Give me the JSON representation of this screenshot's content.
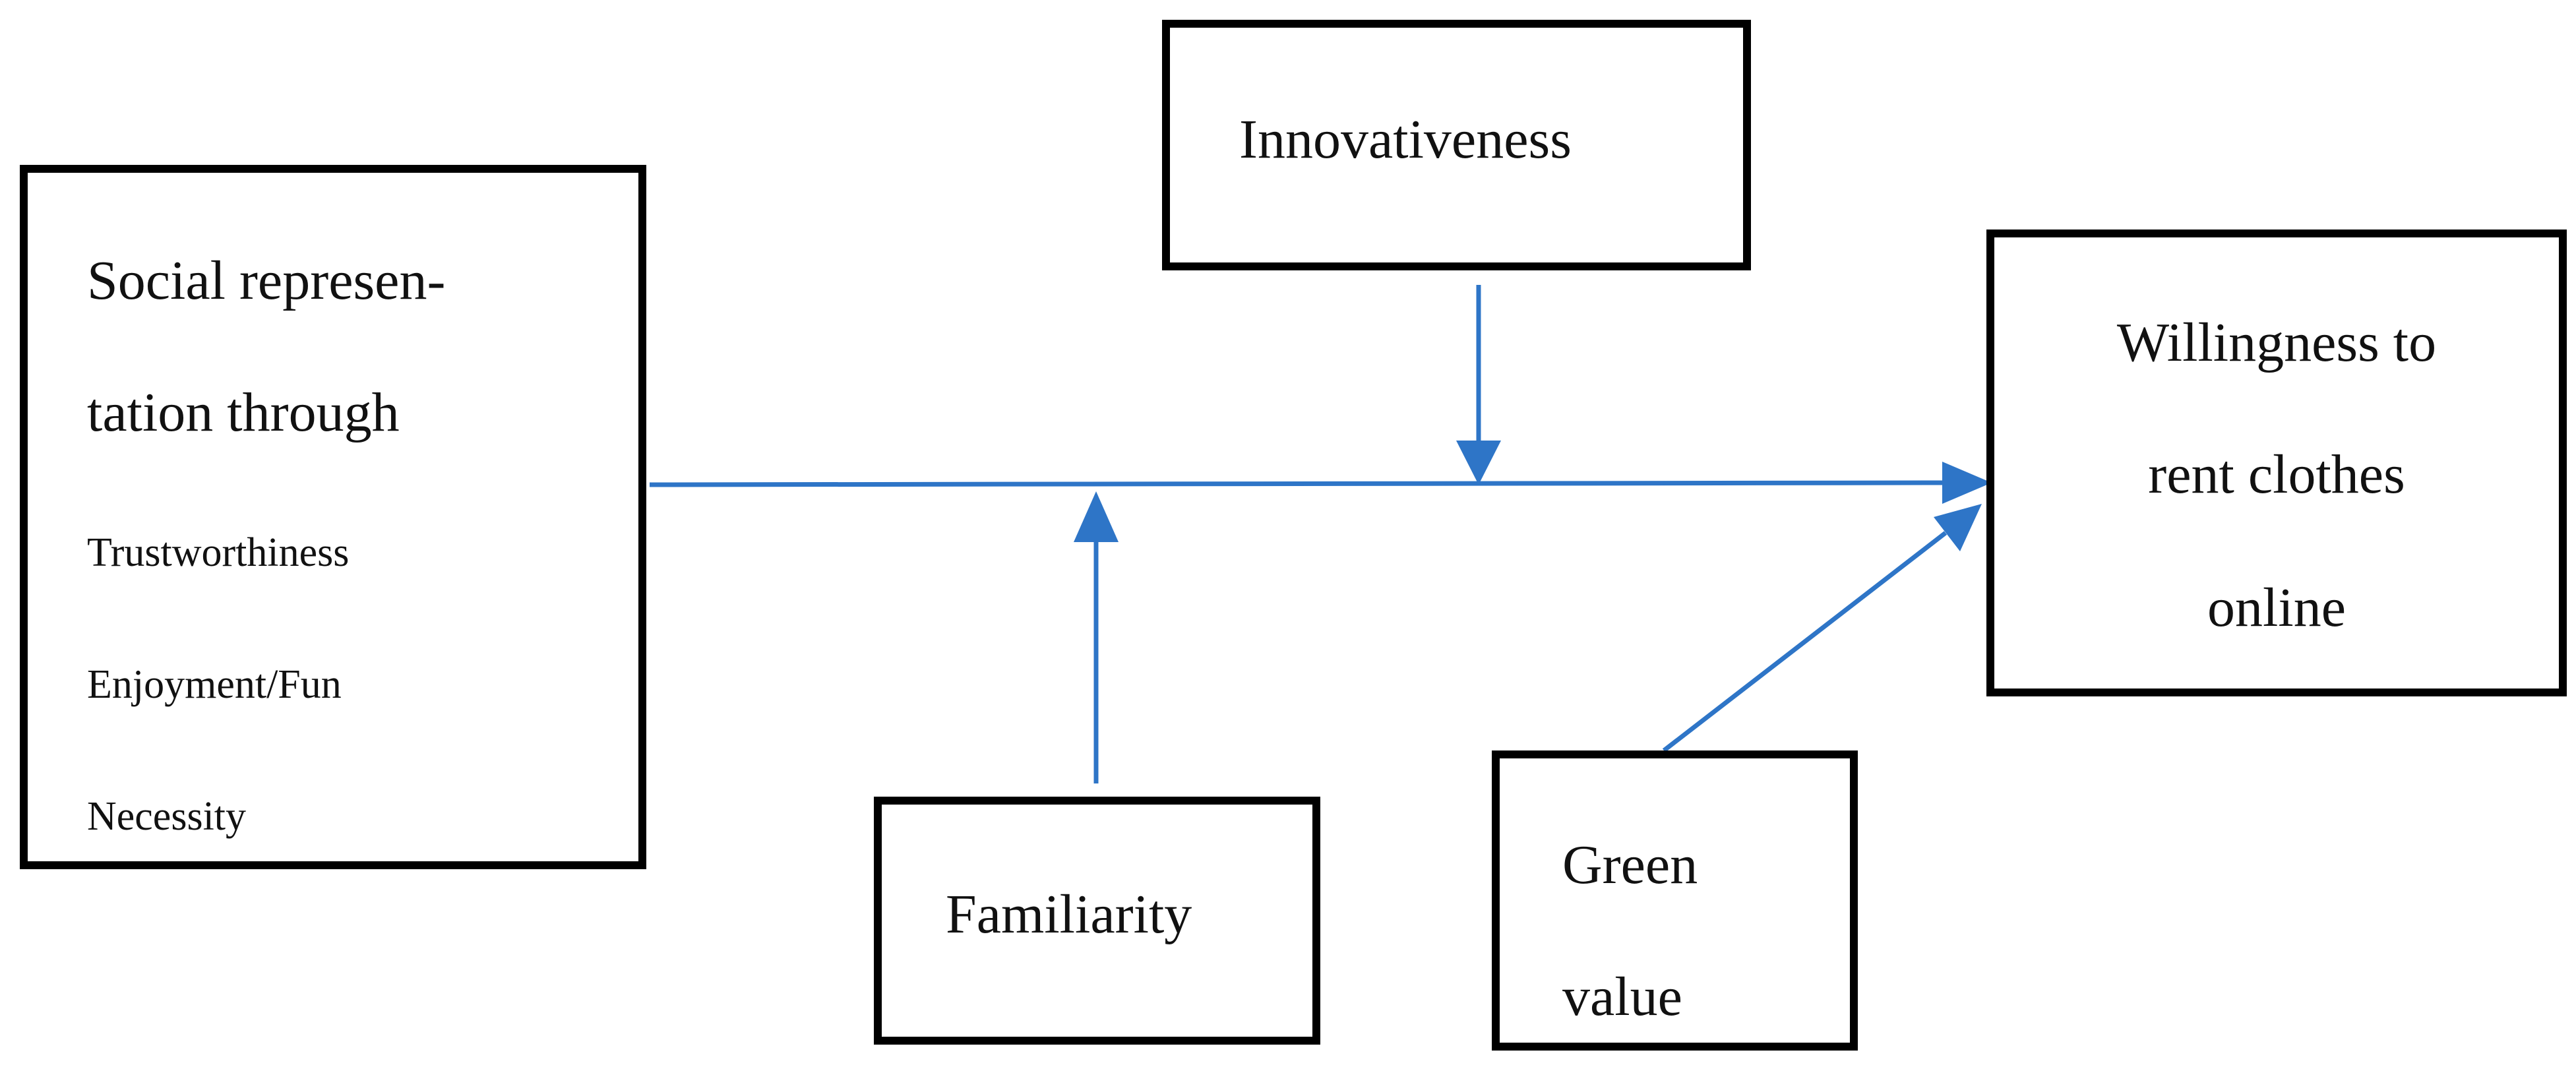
{
  "social_box": {
    "title_line1": "Social represen-",
    "title_line2": "tation through",
    "items": [
      "Trustworthiness",
      "Enjoyment/Fun",
      "Necessity"
    ]
  },
  "innovativeness_box": {
    "label": "Innovativeness"
  },
  "willingness_box": {
    "lines": [
      "Willingness to",
      "rent clothes",
      "online"
    ]
  },
  "familiarity_box": {
    "label": "Familiarity"
  },
  "green_box": {
    "lines": [
      "Green",
      "value"
    ]
  },
  "colors": {
    "arrow": "#2E75C7",
    "box_border": "#000000"
  }
}
